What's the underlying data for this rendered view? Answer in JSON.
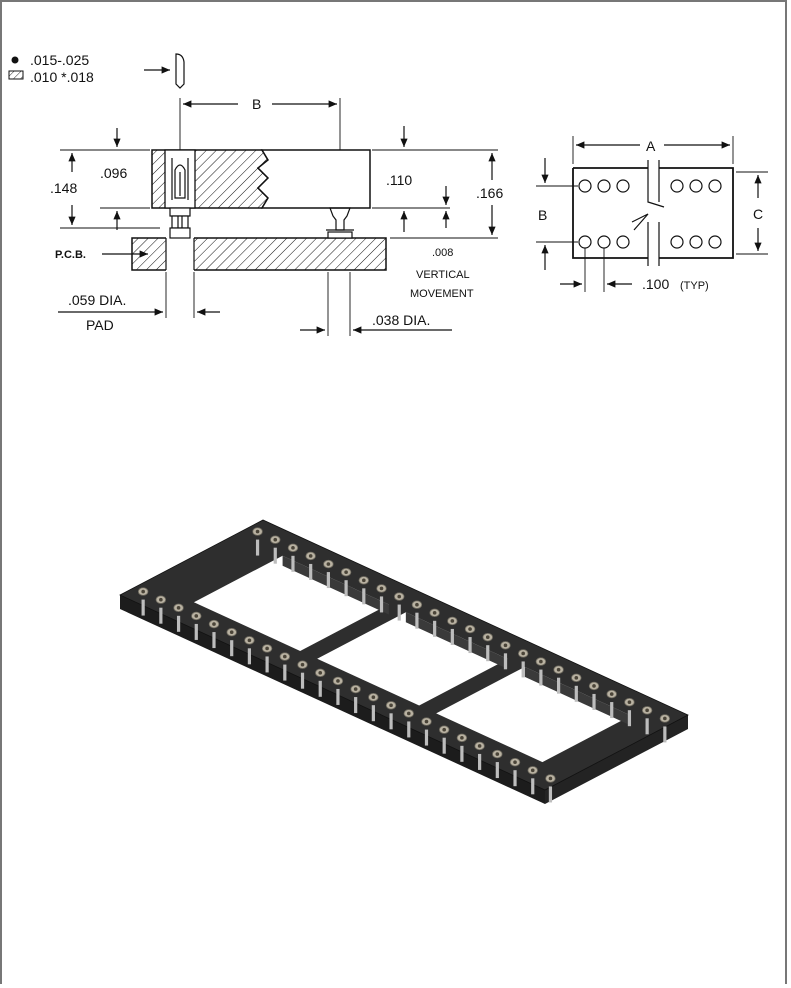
{
  "legend": {
    "round_pin": ".015-.025",
    "flat_pin": ".010 *.018"
  },
  "section_view": {
    "dim_b": "B",
    "dim_096": ".096",
    "dim_148": ".148",
    "dim_110": ".110",
    "dim_166": ".166",
    "dim_008": ".008",
    "vertical": "VERTICAL",
    "movement": "MOVEMENT",
    "pcb": "P.C.B.",
    "pad_dia": ".059 DIA.",
    "pad": "PAD",
    "pin_dia": ".038 DIA."
  },
  "top_view": {
    "dim_a": "A",
    "dim_b": "B",
    "dim_c": "C",
    "pitch_value": ".100",
    "pitch_note": "(TYP)"
  },
  "product": {
    "name": "DIP IC socket",
    "body_color": "#2e2e2e",
    "contact_color": "#b9b2a2"
  }
}
